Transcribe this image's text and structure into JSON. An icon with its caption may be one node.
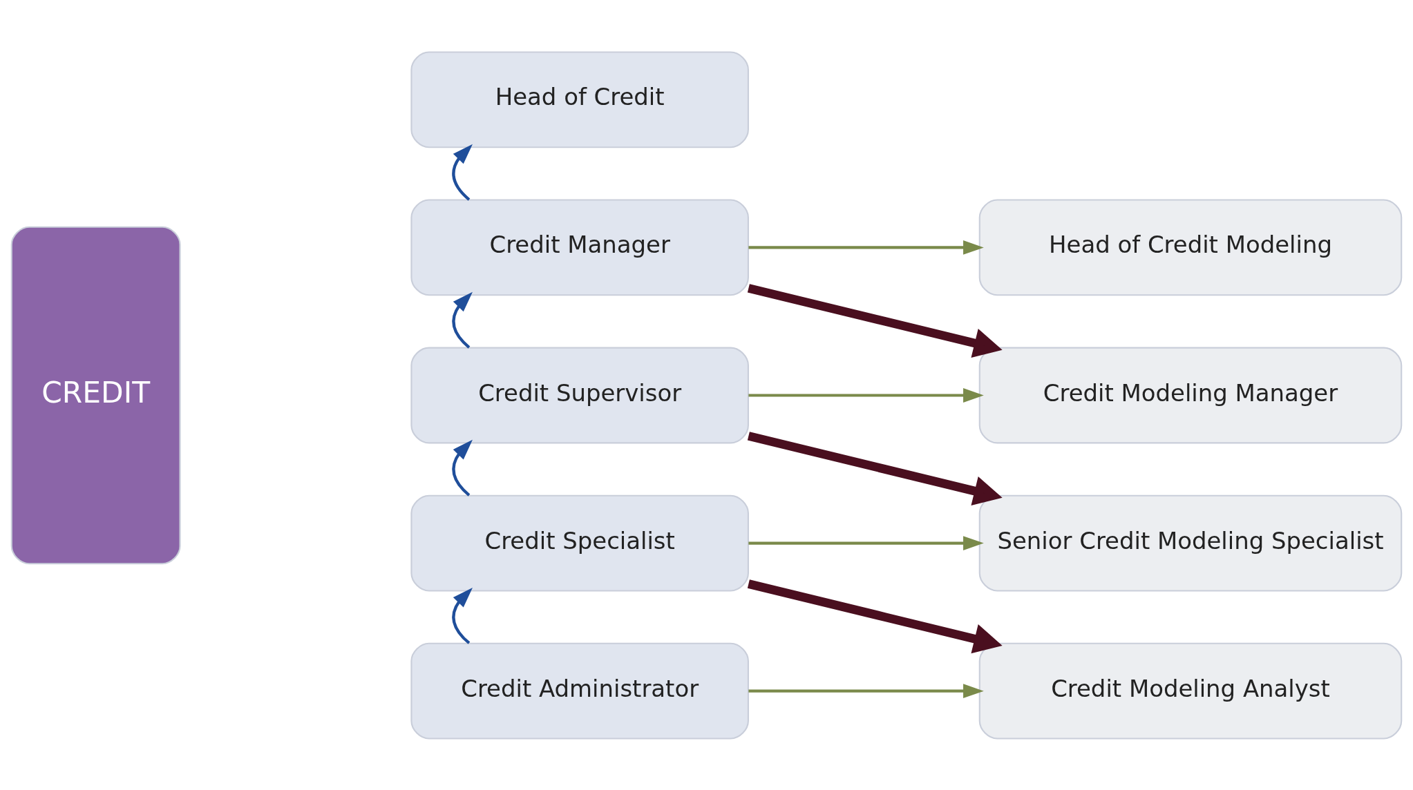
{
  "diagram": {
    "nodes": [
      {
        "text": [
          "CREDIT"
        ]
      },
      {
        "text": [
          "Head of Credit"
        ]
      },
      {
        "text": [
          "Credit Manager"
        ]
      },
      {
        "text": [
          "Credit Supervisor"
        ]
      },
      {
        "text": [
          "Credit Specialist"
        ]
      },
      {
        "text": [
          "Credit Administrator"
        ]
      },
      {
        "text": [
          "Head of Credit Modeling"
        ]
      },
      {
        "text": [
          "Credit Modeling Manager"
        ]
      },
      {
        "text": [
          "Senior Credit Modeling Specialist"
        ]
      },
      {
        "text": [
          "Credit Modeling Analyst"
        ]
      }
    ],
    "edges": [
      {
        "from": 2,
        "to": 1,
        "arrow": "to",
        "color": "#1f4e9a"
      },
      {
        "from": 3,
        "to": 2,
        "arrow": "to",
        "color": "#1f4e9a"
      },
      {
        "from": 4,
        "to": 3,
        "arrow": "to",
        "color": "#1f4e9a"
      },
      {
        "from": 5,
        "to": 4,
        "arrow": "to",
        "color": "#1f4e9a"
      },
      {
        "from": 2,
        "to": 7,
        "arrow": "to",
        "style": "thick",
        "color": "#4a0f1f"
      },
      {
        "from": 2,
        "to": 6,
        "arrow": "to",
        "color": "#7a8a4a"
      },
      {
        "from": 3,
        "to": 8,
        "arrow": "to",
        "style": "thick",
        "color": "#4a0f1f"
      },
      {
        "from": 3,
        "to": 7,
        "arrow": "to",
        "color": "#7a8a4a"
      },
      {
        "from": 4,
        "to": 9,
        "arrow": "to",
        "style": "thick",
        "color": "#4a0f1f"
      },
      {
        "from": 4,
        "to": 8,
        "arrow": "to",
        "color": "#7a8a4a"
      },
      {
        "from": 5,
        "to": 9,
        "arrow": "to",
        "color": "#7a8a4a"
      }
    ]
  }
}
